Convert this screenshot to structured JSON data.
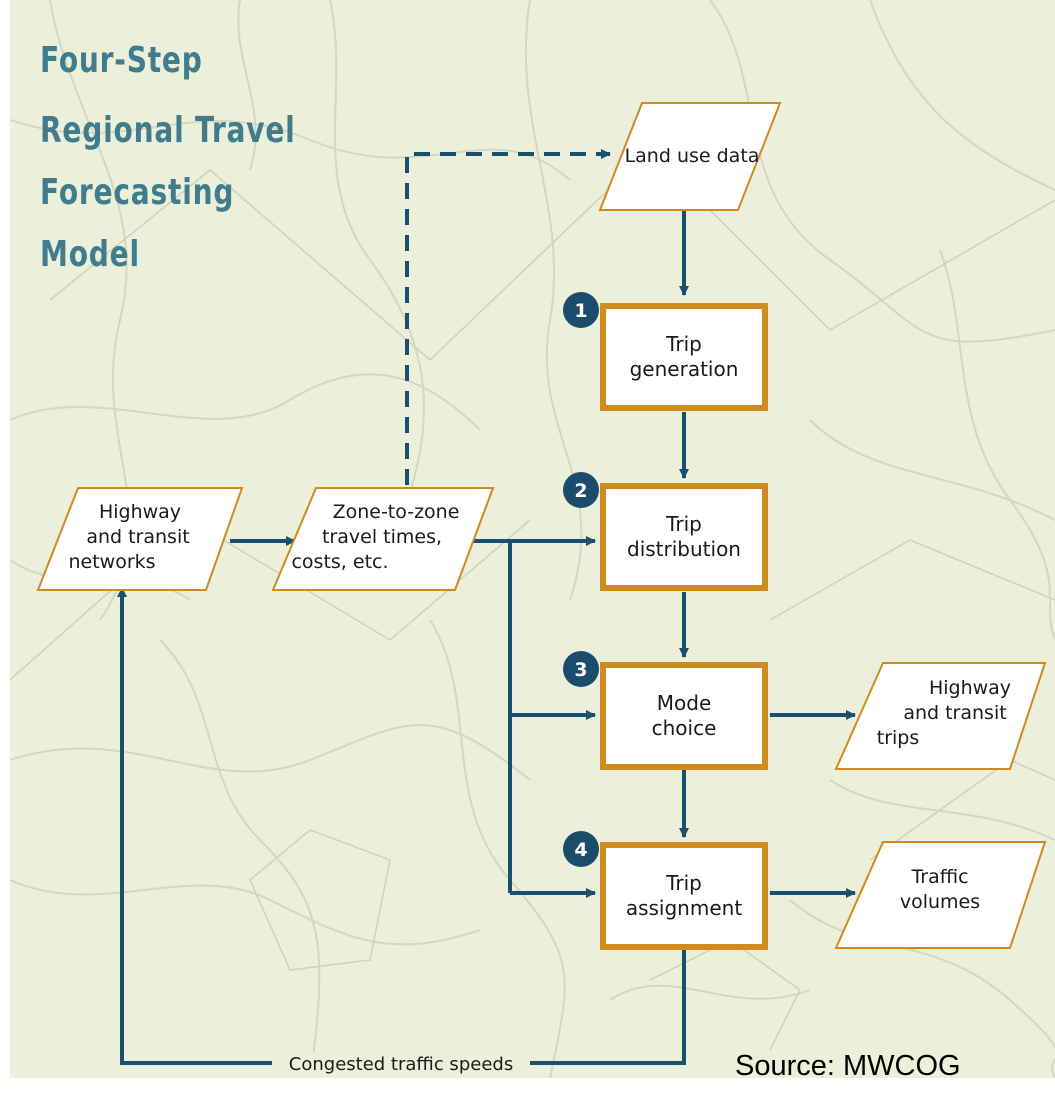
{
  "title": [
    "Four-Step",
    "Regional Travel",
    "Forecasting",
    "Model"
  ],
  "nodes": {
    "land_use": [
      "Land use data"
    ],
    "highway_transit_networks": [
      "Highway",
      "and transit",
      "networks"
    ],
    "zone_to_zone": [
      "Zone-to-zone",
      "travel times,",
      "costs, etc."
    ],
    "highway_transit_trips": [
      "Highway",
      "and transit",
      "trips"
    ],
    "traffic_volumes": [
      "Traffic",
      "volumes"
    ]
  },
  "steps": [
    {
      "number": "1",
      "label": [
        "Trip",
        "generation"
      ]
    },
    {
      "number": "2",
      "label": [
        "Trip",
        "distribution"
      ]
    },
    {
      "number": "3",
      "label": [
        "Mode",
        "choice"
      ]
    },
    {
      "number": "4",
      "label": [
        "Trip",
        "assignment"
      ]
    }
  ],
  "feedback_label": "Congested traffic speeds",
  "source": "Source: MWCOG",
  "colors": {
    "background": "#ecefd9",
    "map_lines": "#d6d9c2",
    "title": "#3e7c8e",
    "arrow": "#19506e",
    "step_border": "#d18a1e",
    "badge": "#1c4c6b"
  }
}
